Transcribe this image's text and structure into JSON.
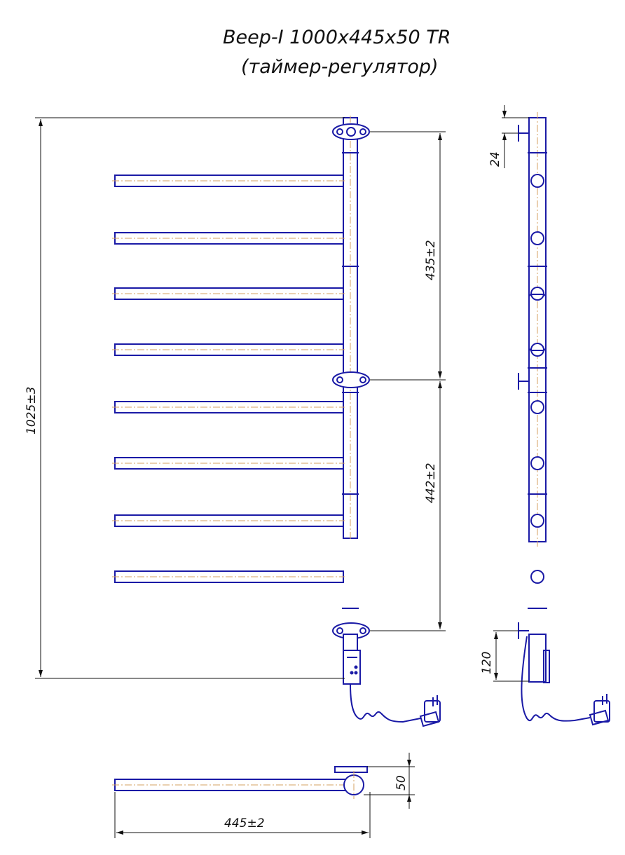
{
  "title": {
    "line1": "Веер-I 1000x445x50 TR",
    "line2": "(таймер-регулятор)"
  },
  "dimensions": {
    "height": "1025±3",
    "upper_spacing": "435±2",
    "lower_spacing": "442±2",
    "top_offset": "24",
    "bottom_offset": "120",
    "depth": "50",
    "width": "445±2"
  },
  "colors": {
    "outline": "#1a1aa6",
    "centerline": "#d4a060",
    "dimension_line": "#111111"
  },
  "icons": [
    "arrowhead-icon",
    "plug-icon",
    "bracket-icon",
    "timer-panel-icon"
  ]
}
